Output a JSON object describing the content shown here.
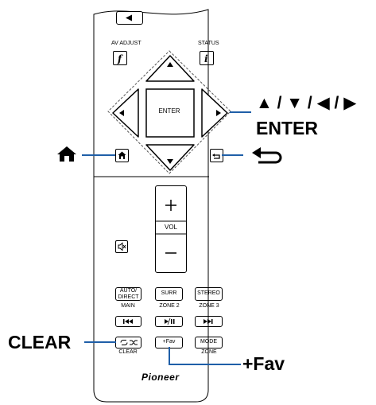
{
  "remote": {
    "av_adjust_label": "AV ADJUST",
    "status_label": "STATUS",
    "enter_label": "ENTER",
    "vol_label": "VOL",
    "auto_direct_label_1": "AUTO/",
    "auto_direct_label_2": "DIRECT",
    "main_label": "MAIN",
    "surr_label": "SURR",
    "zone2_label": "ZONE 2",
    "stereo_label": "STEREO",
    "zone3_label": "ZONE 3",
    "fav_button_label": "+Fav",
    "mode_label": "MODE",
    "zone_label": "ZONE",
    "clear_small_label": "CLEAR",
    "brand": "Pioneer"
  },
  "callouts": {
    "arrows_label": "▲ / ▼ / ◀ / ▶",
    "enter_label": "ENTER",
    "clear_label": "CLEAR",
    "fav_label": "+Fav"
  },
  "colors": {
    "callout_line": "#1f5fa8"
  }
}
